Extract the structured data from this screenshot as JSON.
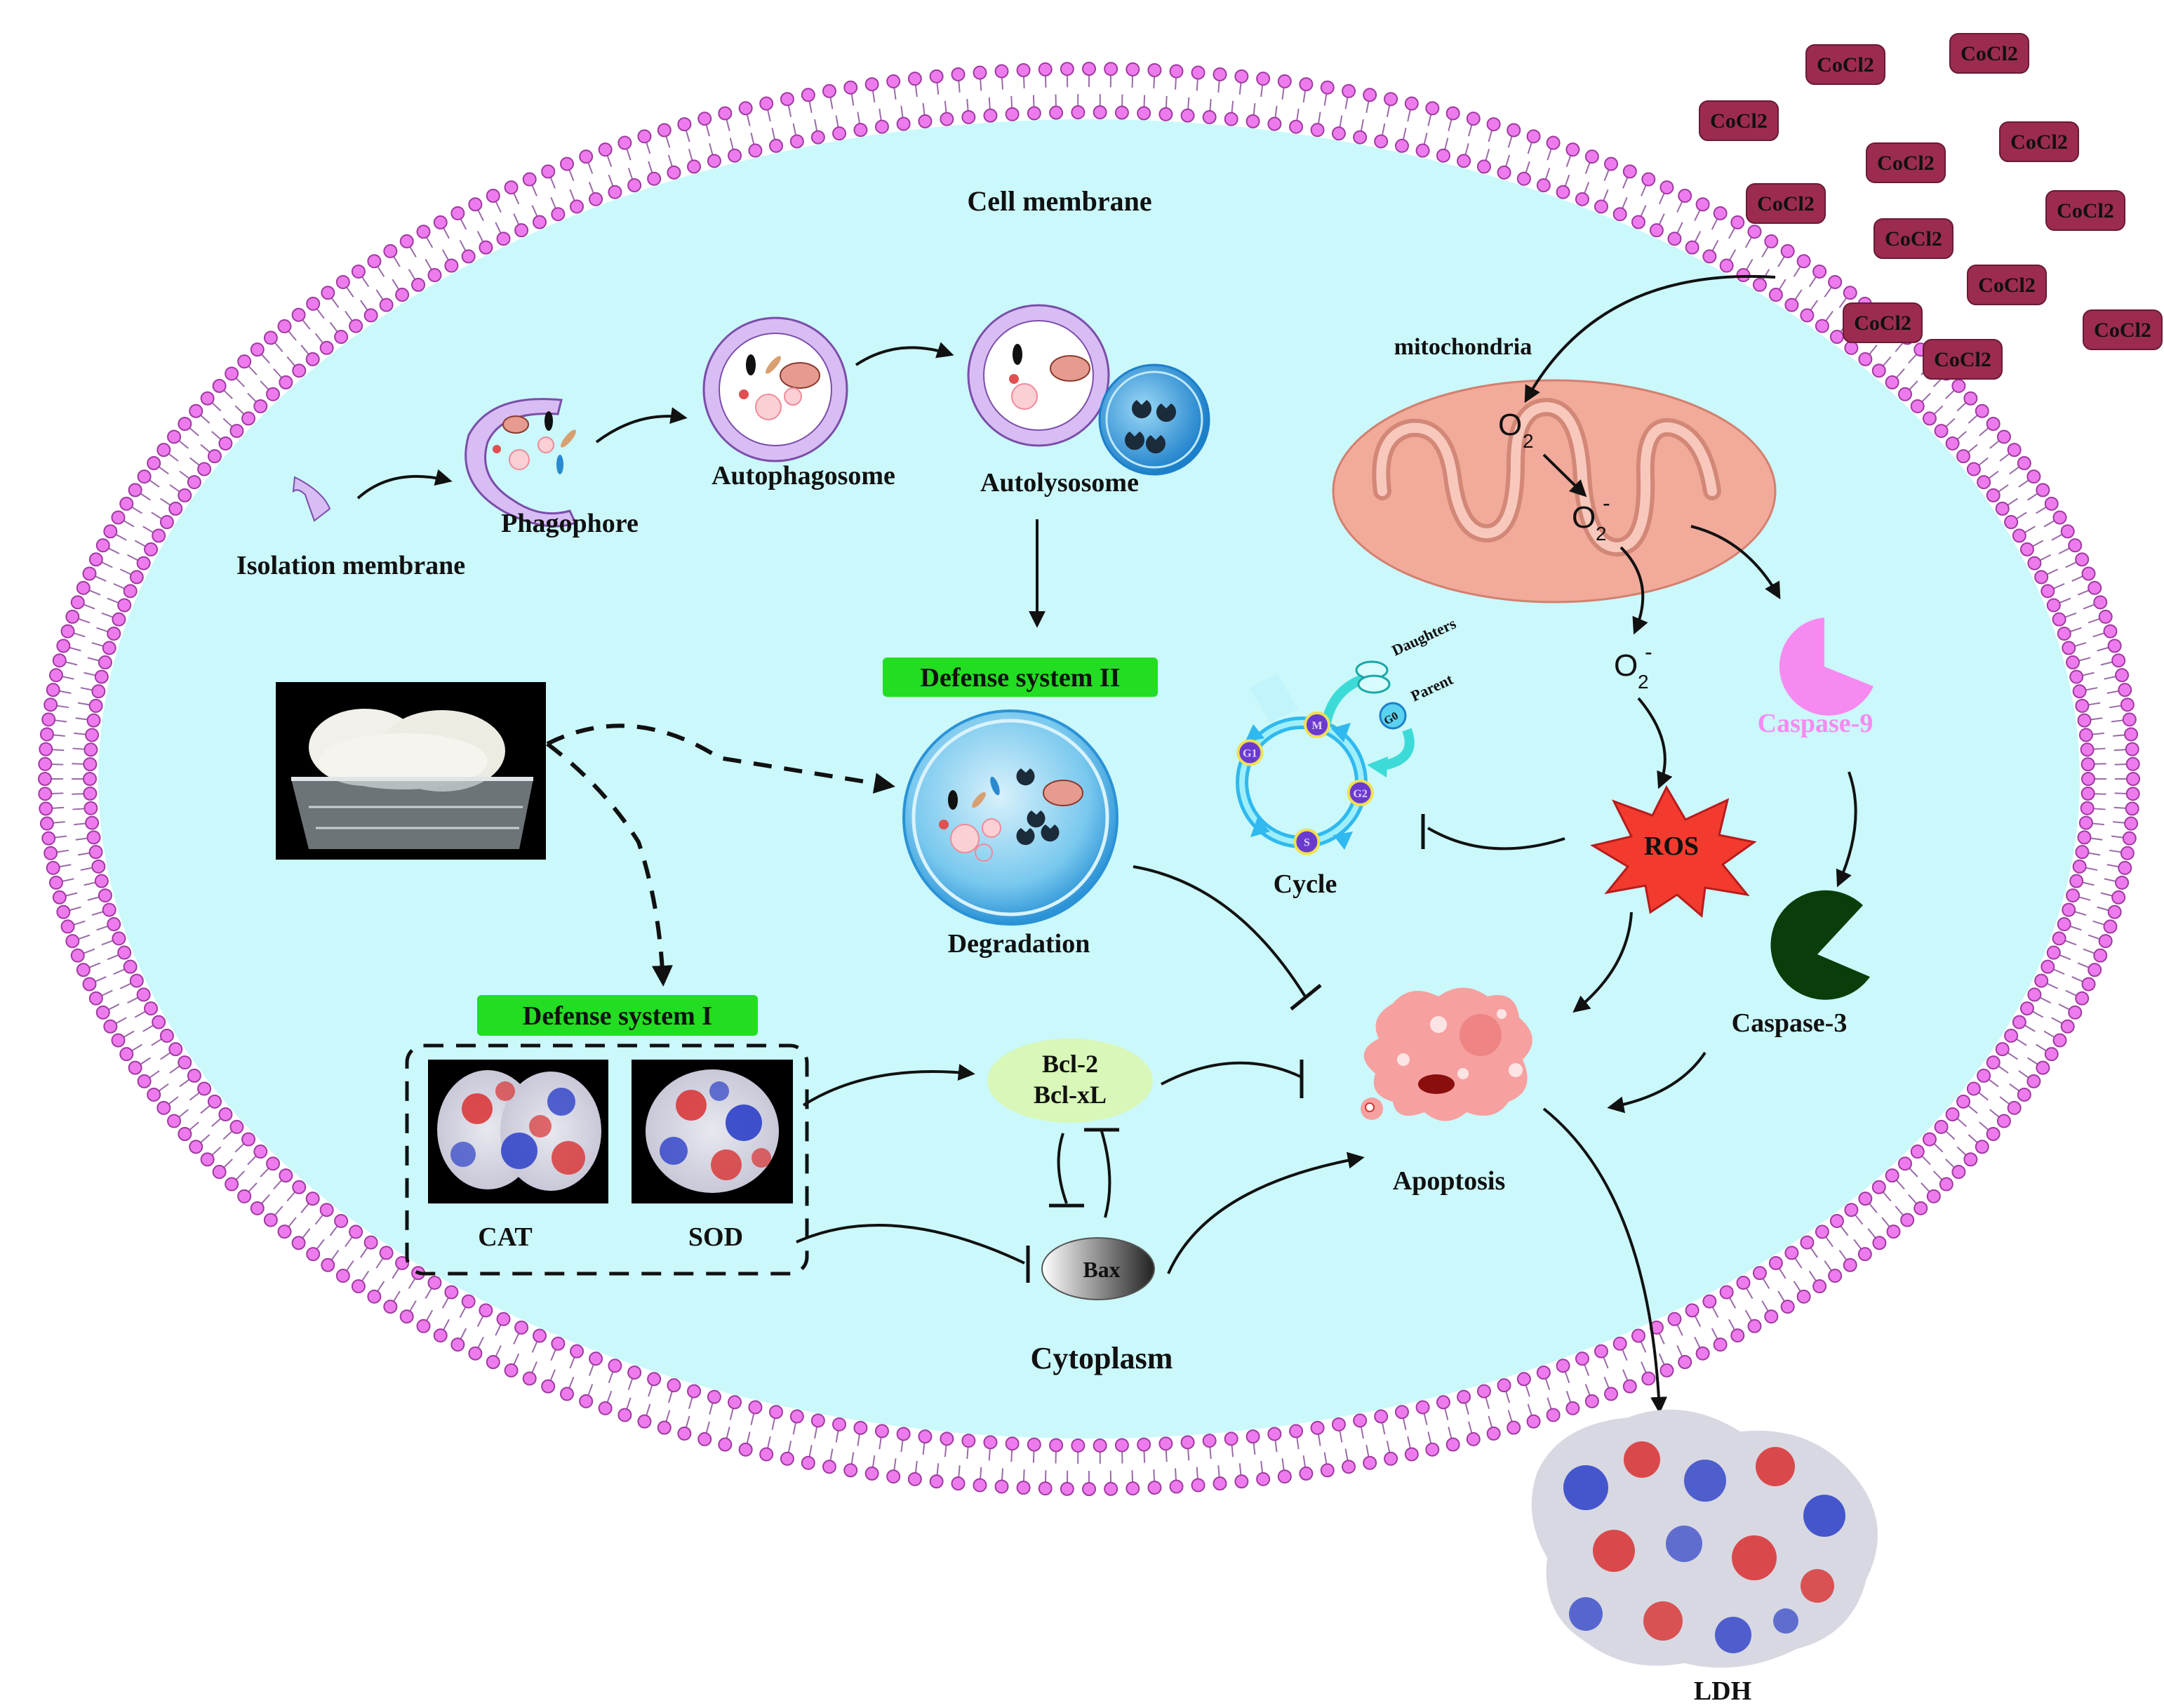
{
  "labels": {
    "cell_membrane": "Cell membrane",
    "cytoplasm": "Cytoplasm",
    "mitochondria": "mitochondria",
    "isolation_membrane": "Isolation membrane",
    "phagophore": "Phagophore",
    "autophagosome": "Autophagosome",
    "autolysosome": "Autolysosome",
    "defense_system_1": "Defense system I",
    "defense_system_2": "Defense system II",
    "degradation": "Degradation",
    "cycle": "Cycle",
    "daughters": "Daughters",
    "parent": "Parent",
    "g0": "G0",
    "ros": "ROS",
    "caspase9": "Caspase-9",
    "caspase3": "Caspase-3",
    "apoptosis": "Apoptosis",
    "bcl2": "Bcl-2",
    "bclxl": "Bcl-xL",
    "bax": "Bax",
    "cat": "CAT",
    "sod": "SOD",
    "ldh": "LDH",
    "o2_symbol": "O",
    "o2_sub": "2",
    "superoxide_sup": "-"
  },
  "phases": [
    "G1",
    "M",
    "G2",
    "S"
  ],
  "cocl2": [
    "CoCl2",
    "CoCl2",
    "CoCl2",
    "CoCl2",
    "CoCl2",
    "CoCl2",
    "CoCl2",
    "CoCl2",
    "CoCl2",
    "CoCl2",
    "CoCl2",
    "CoCl2"
  ],
  "colors": {
    "cytoplasm": "#cbf8fb",
    "membrane_head": "#ee7bee",
    "defense_label_bg": "#22dd22",
    "mitochondria": "#f2aa9b",
    "cocl2_bg": "#9b2c4f",
    "ros": "#f23b2e",
    "caspase9": "#f78af0",
    "caspase3": "#0a3d0a",
    "bcl_bg": "#d8f7b8",
    "apoptotic_cell": "#f7a0a0"
  }
}
